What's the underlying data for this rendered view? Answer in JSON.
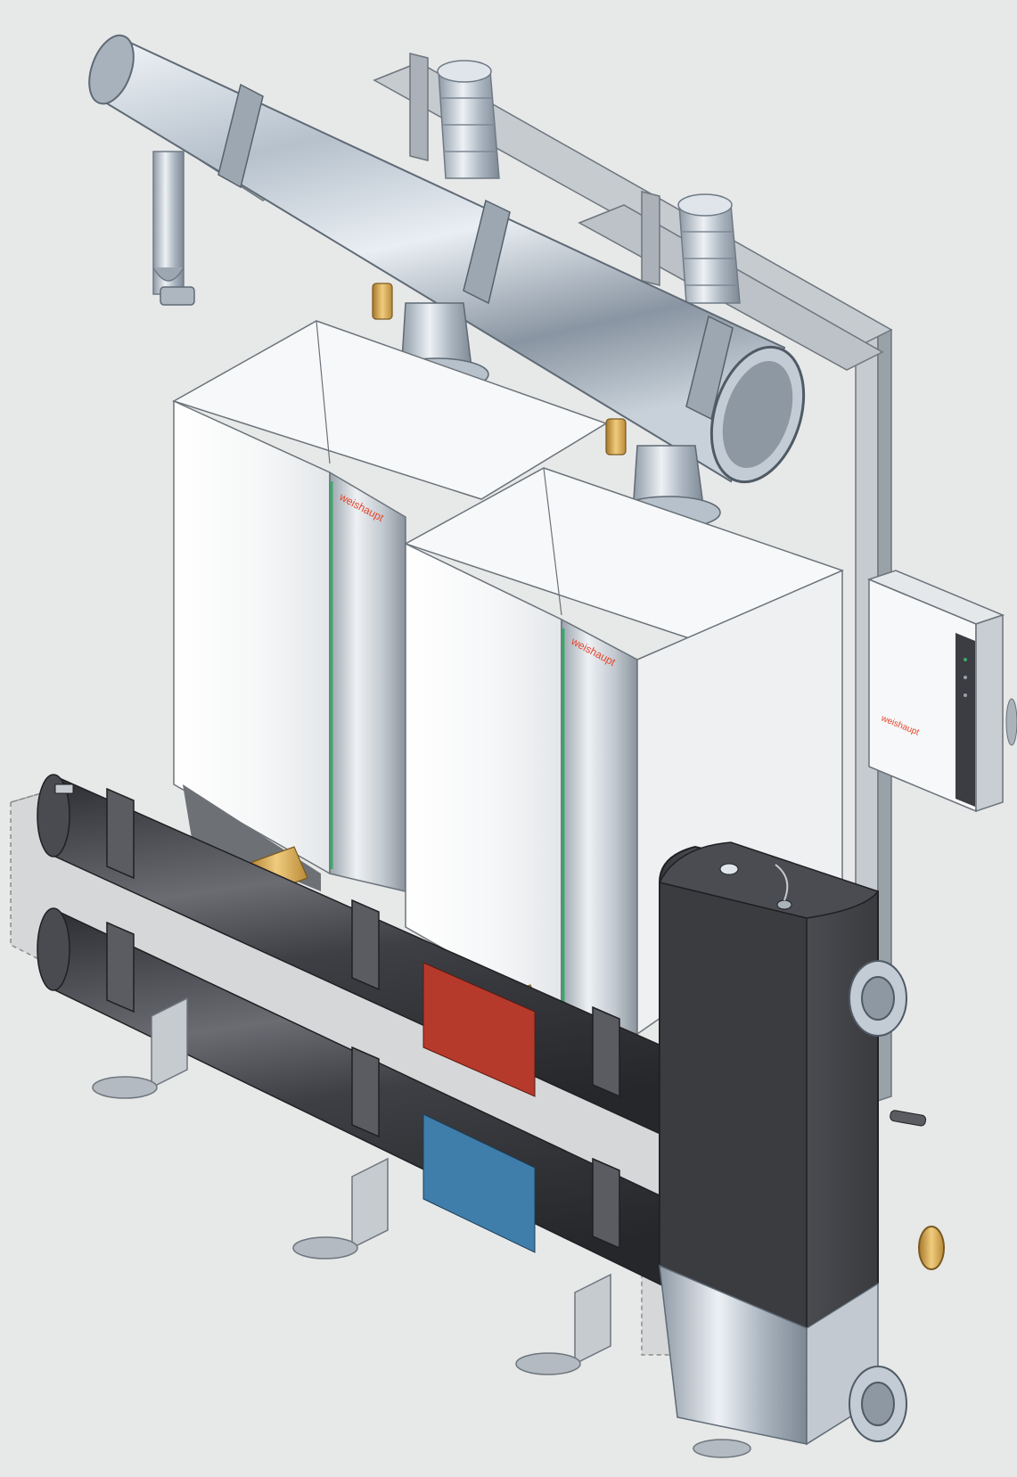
{
  "brand": {
    "boiler_left_label": "weishaupt",
    "boiler_right_label": "weishaupt",
    "control_unit_label": "weishaupt"
  },
  "colors": {
    "background": "#e7e8e8",
    "brand_red": "#e8452c",
    "flow_band": "#b63a2c",
    "return_band": "#3f7eab",
    "pipe_dark": "#3c3d41",
    "boiler_white": "#f4f5f6",
    "status_green": "#3aaa6a",
    "brass": "#d9a84a"
  }
}
